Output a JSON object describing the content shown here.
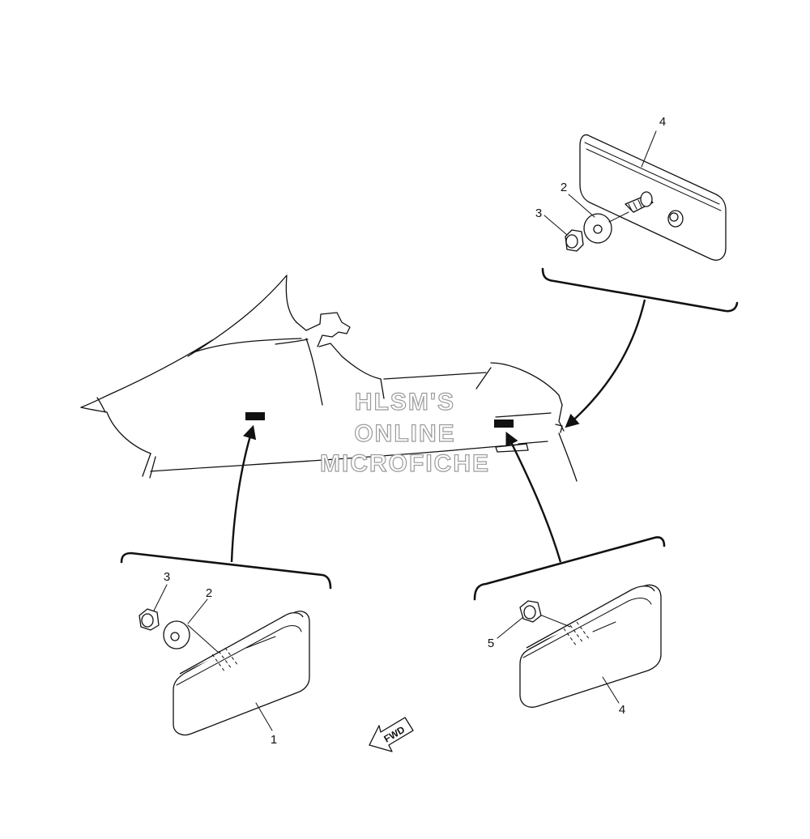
{
  "watermark": {
    "line1": "HLSM'S",
    "line2": "ONLINE",
    "line3": "MICROFICHE"
  },
  "callouts": {
    "top_part_4": "4",
    "top_part_2": "2",
    "top_part_3": "3",
    "left_part_3": "3",
    "left_part_2": "2",
    "left_part_1": "1",
    "right_part_5": "5",
    "right_part_4": "4"
  },
  "direction": {
    "label": "FWD"
  }
}
